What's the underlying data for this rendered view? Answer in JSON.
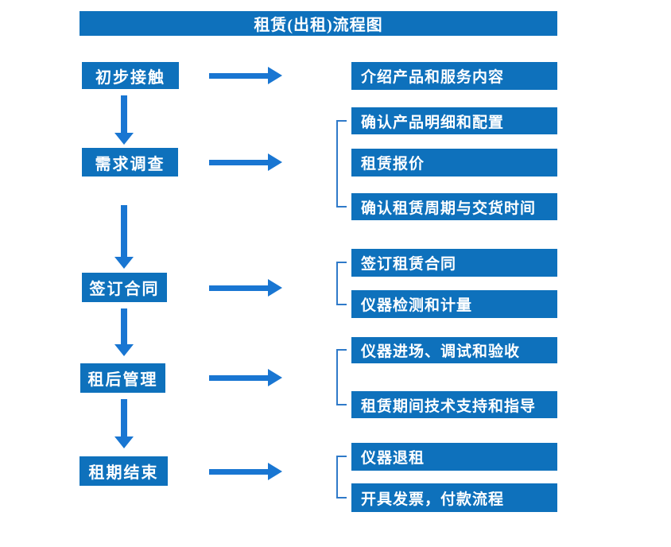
{
  "title": "租赁(出租)流程图",
  "colors": {
    "box_fill": "#0e71bc",
    "arrow": "#1976d2",
    "bracket_line": "#2f7ac9",
    "text": "#ffffff",
    "background": "#ffffff"
  },
  "steps": [
    {
      "label": "初步接触",
      "details": [
        "介绍产品和服务内容"
      ]
    },
    {
      "label": "需求调查",
      "details": [
        "确认产品明细和配置",
        "租赁报价",
        "确认租赁周期与交货时间"
      ]
    },
    {
      "label": "签订合同",
      "details": [
        "签订租赁合同",
        "仪器检测和计量"
      ]
    },
    {
      "label": "租后管理",
      "details": [
        "仪器进场、调试和验收",
        "租赁期间技术支持和指导"
      ]
    },
    {
      "label": "租期结束",
      "details": [
        "仪器退租",
        "开具发票，付款流程"
      ]
    }
  ]
}
